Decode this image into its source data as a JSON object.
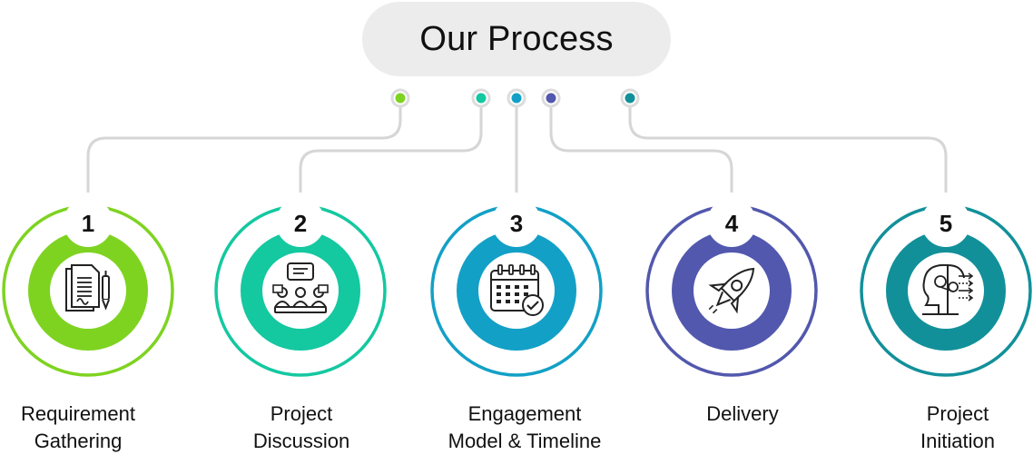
{
  "title": "Our Process",
  "colors": {
    "connector": "#d6d6d6",
    "step1": "#7ed321",
    "step2": "#14c8a0",
    "step3": "#13a0c6",
    "step4": "#5258ad",
    "step5": "#12909a"
  },
  "steps": [
    {
      "number": "1",
      "label_lines": [
        "Requirement",
        "Gathering"
      ],
      "icon": "document-pen-icon"
    },
    {
      "number": "2",
      "label_lines": [
        "Project",
        "Discussion"
      ],
      "icon": "meeting-discussion-icon"
    },
    {
      "number": "3",
      "label_lines": [
        "Engagement",
        "Model & Timeline"
      ],
      "icon": "calendar-check-icon"
    },
    {
      "number": "4",
      "label_lines": [
        "Delivery"
      ],
      "icon": "rocket-icon"
    },
    {
      "number": "5",
      "label_lines": [
        "Project",
        "Initiation"
      ],
      "icon": "idea-head-icon"
    }
  ]
}
